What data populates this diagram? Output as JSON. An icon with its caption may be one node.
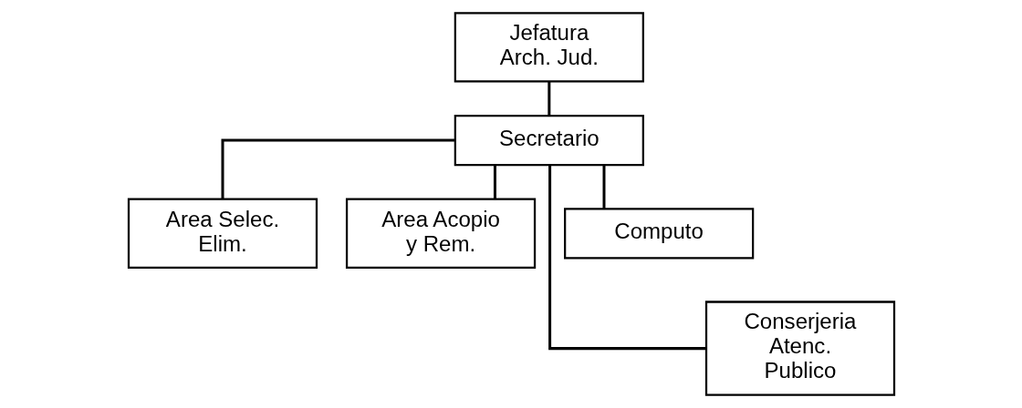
{
  "diagram": {
    "nodes": [
      {
        "text": [
          "Jefatura Arch. Jud."
        ]
      },
      {
        "text": [
          "Secretario"
        ]
      },
      {
        "text": [
          "Area Selec. Elim."
        ]
      },
      {
        "text": [
          "Area Acopio y Rem."
        ]
      },
      {
        "text": [
          "Computo"
        ]
      },
      {
        "text": [
          "Conserjeria Atenc. Publico"
        ]
      }
    ],
    "edges": [
      {
        "from": 0,
        "to": 1,
        "arrow": "none"
      },
      {
        "from": 1,
        "to": 2,
        "arrow": "none"
      },
      {
        "from": 1,
        "to": 3,
        "arrow": "none"
      },
      {
        "from": 1,
        "to": 4,
        "arrow": "none"
      },
      {
        "from": 1,
        "to": 5,
        "arrow": "none"
      }
    ]
  }
}
